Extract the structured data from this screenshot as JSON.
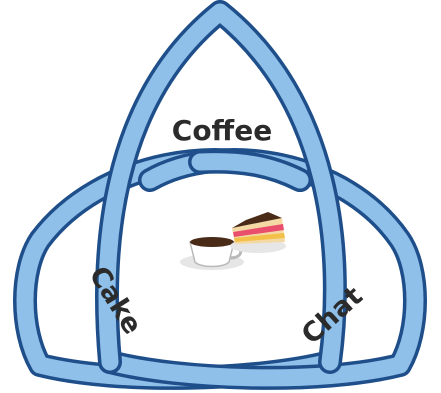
{
  "diagram": {
    "type": "triquetra",
    "colors": {
      "band_fill": "#8fc0ea",
      "band_outline": "#1f4f8a",
      "text": "#2b2b2b"
    },
    "lobes": [
      {
        "id": "top",
        "label": "Coffee"
      },
      {
        "id": "left",
        "label": "Cake"
      },
      {
        "id": "right",
        "label": "Chat"
      }
    ],
    "center_illustration": [
      "coffee-cup-icon",
      "cake-slice-icon"
    ]
  }
}
